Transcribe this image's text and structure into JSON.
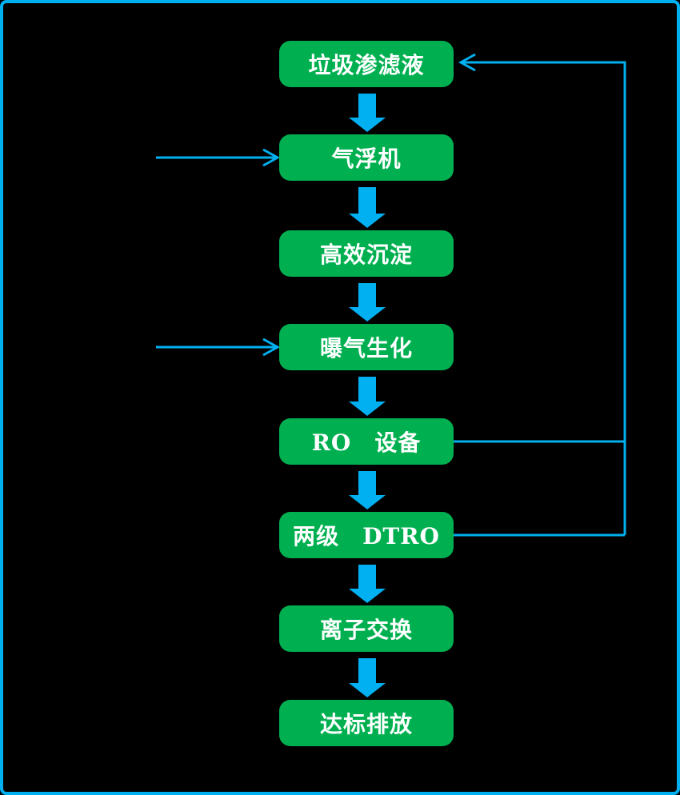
{
  "flowchart": {
    "nodes": [
      {
        "id": "leachate",
        "label": "垃圾渗滤液"
      },
      {
        "id": "air-flotation",
        "label": "气浮机"
      },
      {
        "id": "sedimentation",
        "label": "高效沉淀"
      },
      {
        "id": "aeration",
        "label": "曝气生化"
      },
      {
        "id": "ro",
        "label": "RO　设备"
      },
      {
        "id": "dtro",
        "label": "两级　DTRO"
      },
      {
        "id": "ion-exchange",
        "label": "离子交换"
      },
      {
        "id": "discharge",
        "label": "达标排放"
      }
    ],
    "main_flow_order": [
      "垃圾渗滤液",
      "气浮机",
      "高效沉淀",
      "曝气生化",
      "RO　设备",
      "两级　DTRO",
      "离子交换",
      "达标排放"
    ],
    "recycle_edges": [
      {
        "from": "RO　设备",
        "to": "垃圾渗滤液"
      },
      {
        "from": "两级　DTRO",
        "to": "垃圾渗滤液"
      }
    ],
    "external_input_edges": [
      {
        "to": "气浮机"
      },
      {
        "to": "曝气生化"
      }
    ]
  },
  "colors": {
    "background": "#000000",
    "accent": "#00B0F0",
    "node_fill": "#00B050",
    "node_text": "#FFFFFF"
  }
}
